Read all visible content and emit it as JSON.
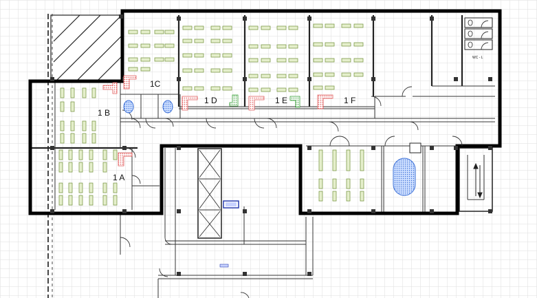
{
  "floor_plan": {
    "rooms": [
      {
        "id": "1A",
        "label": "1 A"
      },
      {
        "id": "1B",
        "label": "1 B"
      },
      {
        "id": "1C",
        "label": "1C"
      },
      {
        "id": "1D",
        "label": "1 D"
      },
      {
        "id": "1E",
        "label": "1 E"
      },
      {
        "id": "1F",
        "label": "1 F"
      }
    ],
    "restroom_label": "WC - L",
    "colors": {
      "grid": "#d6d6d6",
      "desk_fill": "#e5efcc",
      "desk_stroke": "#7d9a4a",
      "accent_red": "#e05555",
      "accent_green": "#2e9a2e",
      "accent_blue": "#3b6fd6",
      "wall": "#000000"
    }
  }
}
